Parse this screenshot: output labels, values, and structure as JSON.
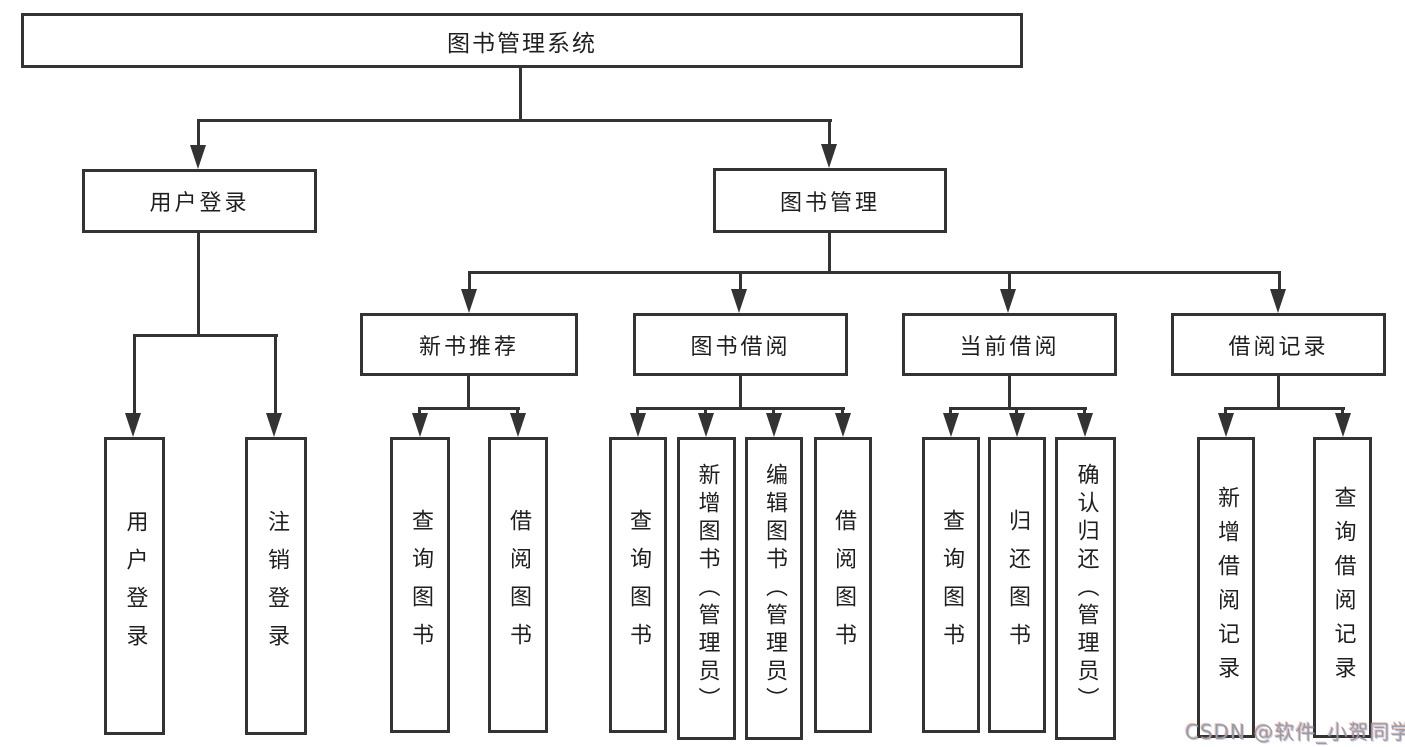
{
  "tree": {
    "root": "图书管理系统",
    "login": {
      "label": "用户登录",
      "children": [
        "用户登录",
        "注销登录"
      ]
    },
    "management": {
      "label": "图书管理",
      "groups": [
        {
          "label": "新书推荐",
          "children": [
            "查询图书",
            "借阅图书"
          ]
        },
        {
          "label": "图书借阅",
          "children": [
            "查询图书",
            "新增图书（管理员）",
            "编辑图书（管理员）",
            "借阅图书"
          ]
        },
        {
          "label": "当前借阅",
          "children": [
            "查询图书",
            "归还图书",
            "确认归还（管理员）"
          ]
        },
        {
          "label": "借阅记录",
          "children": [
            "新增借阅记录",
            "查询借阅记录"
          ]
        }
      ]
    }
  },
  "watermark": {
    "text": "CSDN @软件_小贺同学"
  },
  "colors": {
    "line": "#333333",
    "text": "#1f1f1f",
    "background": "#ffffff",
    "watermark": "#9c9c9c"
  }
}
